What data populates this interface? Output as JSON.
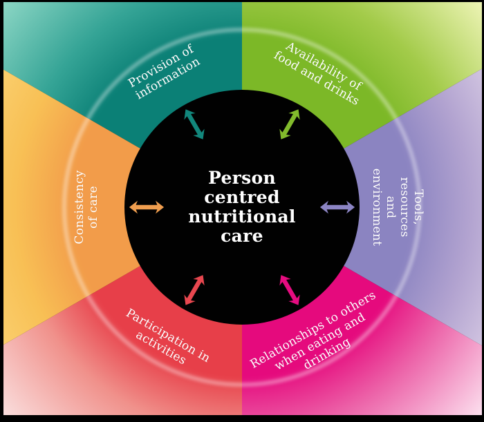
{
  "diagram": {
    "title": "Person\ncentred\nnutritional\ncare",
    "title_color": "#ffffff",
    "center_circle_color": "#010101",
    "ring_color": "rgba(255,255,255,0.38)",
    "frame_color": "#000000",
    "sectors": [
      {
        "id": "provision-of-information",
        "label": "Provision of\ninformation",
        "mid_angle": 330,
        "colors": {
          "inner": "#0b8076",
          "mid": "#35a496",
          "outer": "#96dcca"
        },
        "arrow_color": "#12877c"
      },
      {
        "id": "availability-of-food-and-drinks",
        "label": "Availability of\nfood and drinks",
        "mid_angle": 30,
        "colors": {
          "inner": "#7cb827",
          "mid": "#a3cb4a",
          "outer": "#f5f8c0"
        },
        "arrow_color": "#82bb2c"
      },
      {
        "id": "tools-resources-and-environment",
        "label": "Tools, resources\nand\nenvironment",
        "mid_angle": 90,
        "colors": {
          "inner": "#8b84c1",
          "mid": "#b2a3d0",
          "outer": "#eee3f0"
        },
        "arrow_color": "#8c85c4"
      },
      {
        "id": "relationships-to-others-when-eating-and-drinking",
        "label": "Relationships to others\nwhen eating and\ndrinking",
        "mid_angle": 150,
        "colors": {
          "inner": "#e50a7d",
          "mid": "#ec62a8",
          "outer": "#fdeaf4"
        },
        "arrow_color": "#e60c80"
      },
      {
        "id": "participation-in-activities",
        "label": "Participation in\nactivities",
        "mid_angle": 210,
        "colors": {
          "inner": "#e73f49",
          "mid": "#f0918b",
          "outer": "#fbe5e5"
        },
        "arrow_color": "#e8474f"
      },
      {
        "id": "consistency-of-care",
        "label": "Consistency\nof care",
        "mid_angle": 270,
        "colors": {
          "inner": "#f29c4a",
          "mid": "#f8c055",
          "outer": "#fcdc84"
        },
        "arrow_color": "#f09e4f"
      }
    ]
  }
}
